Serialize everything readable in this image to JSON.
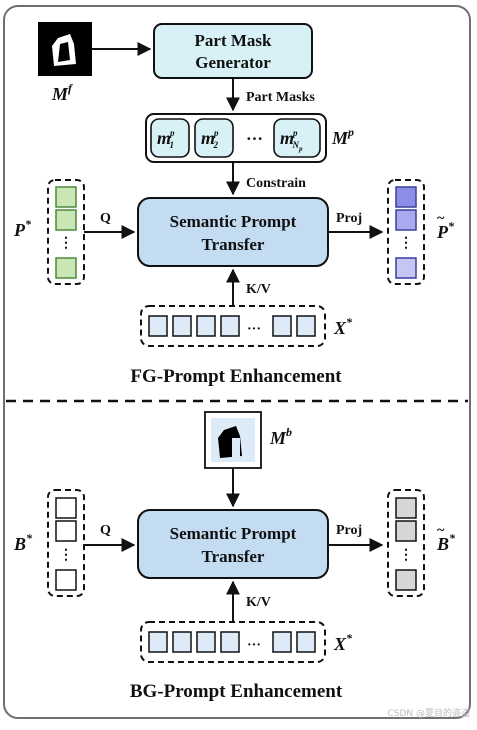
{
  "colors": {
    "outer_border": "#6f6f6f",
    "generator_fill": "#d8f1f7",
    "transfer_fill": "#c4dcf1",
    "fg_prompt_fill": "#c9e6b4",
    "fg_prompt_border": "#4d8a3a",
    "fg_refined_fill": "#8a8ee6",
    "bg_prompt_fill": "#ffffff",
    "bg_refined_fill": "#d6d6d6",
    "token_fill": "#dcebf7",
    "mask_fill": "#000000"
  },
  "fg": {
    "mask_label": "M",
    "mask_sup": "f",
    "generator": [
      "Part Mask",
      "Generator"
    ],
    "part_masks_label": "Part Masks",
    "mask_items": [
      {
        "base": "m",
        "sup": "p",
        "sub": "1"
      },
      {
        "base": "m",
        "sup": "p",
        "sub": "2"
      },
      {
        "base": "m",
        "sup": "p",
        "sub": "N"
      }
    ],
    "mask_sub_p": "p",
    "mask_ellipsis": "···",
    "mp_label": "M",
    "mp_sup": "p",
    "constrain_label": "Constrain",
    "prompt_label": "P",
    "prompt_sup": "*",
    "q_label": "Q",
    "transfer": [
      "Semantic Prompt",
      "Transfer"
    ],
    "proj_label": "Proj",
    "refined_label": "P",
    "refined_tilde": "~",
    "refined_sup": "*",
    "kv_label": "K/V",
    "tokens_label": "X",
    "tokens_sup": "*",
    "token_ellipsis": "···",
    "title": "FG-Prompt Enhancement"
  },
  "bg": {
    "mask_label": "M",
    "mask_sup": "b",
    "prompt_label": "B",
    "prompt_sup": "*",
    "q_label": "Q",
    "transfer": [
      "Semantic Prompt",
      "Transfer"
    ],
    "proj_label": "Proj",
    "refined_label": "B",
    "refined_tilde": "~",
    "refined_sup": "*",
    "kv_label": "K/V",
    "tokens_label": "X",
    "tokens_sup": "*",
    "token_ellipsis": "···",
    "title": "BG-Prompt Enhancement"
  },
  "watermark": "CSDN @夏目的盗盗"
}
